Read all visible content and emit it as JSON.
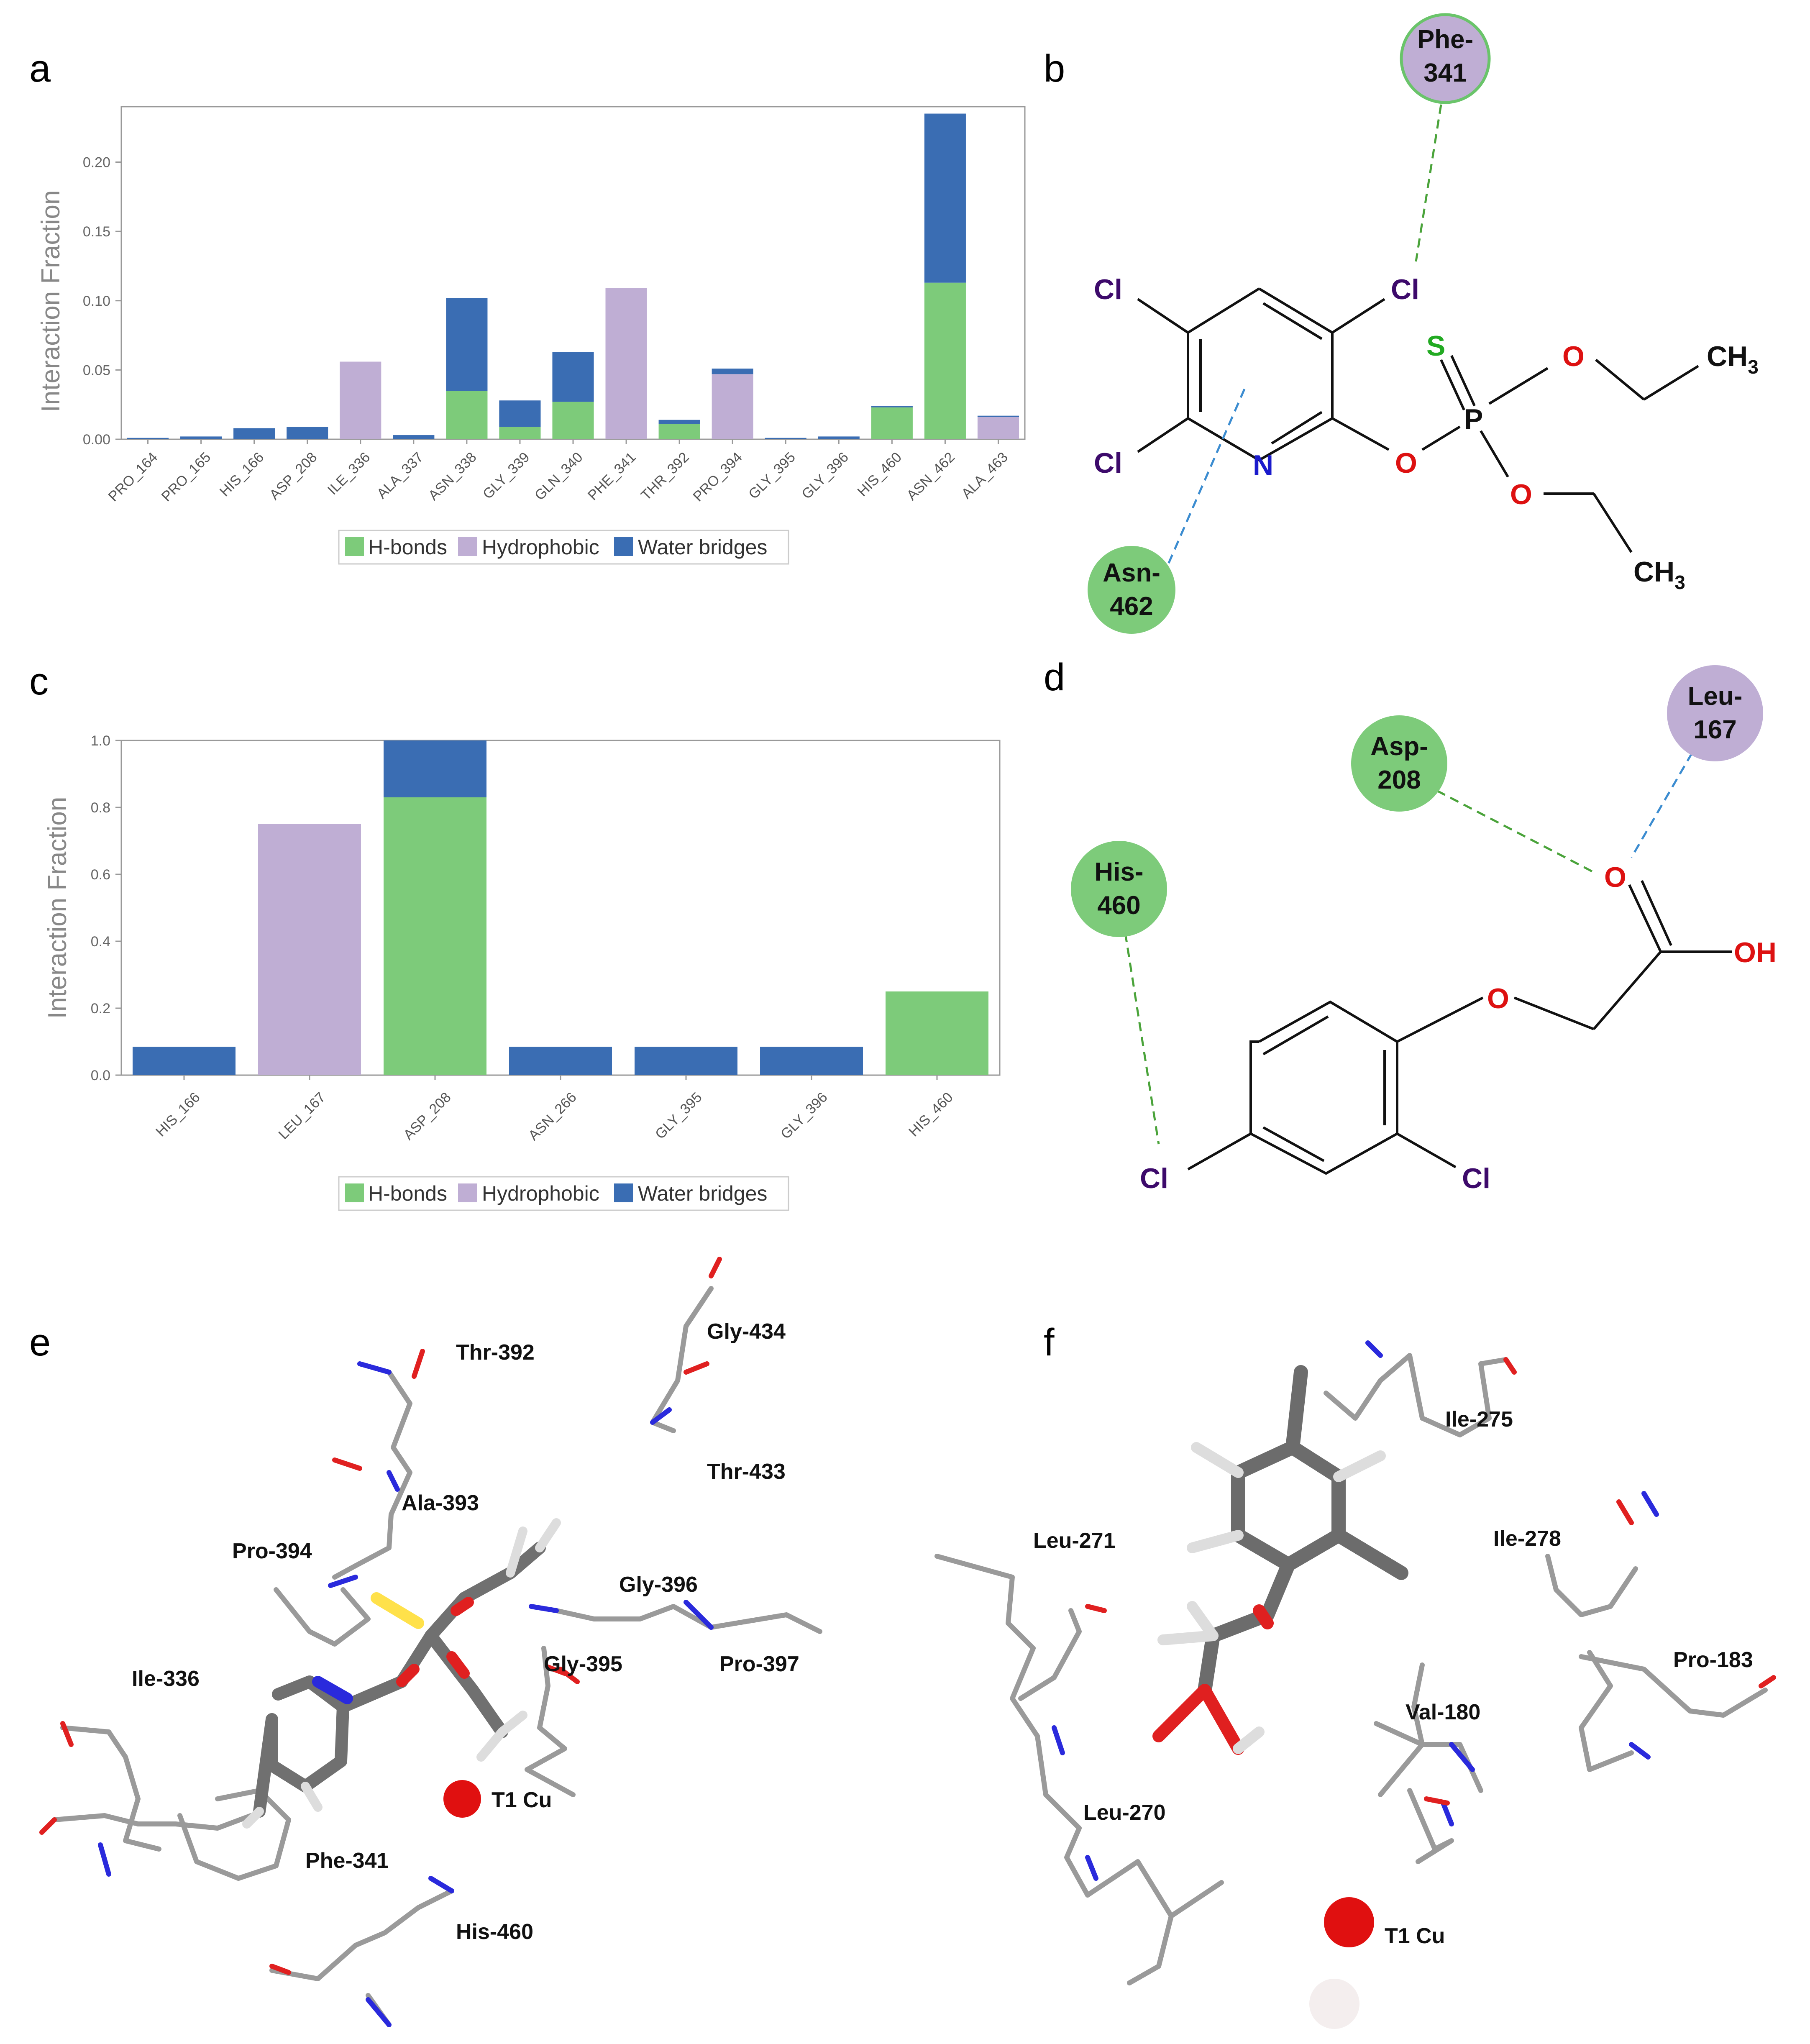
{
  "panels": {
    "a": "a",
    "b": "b",
    "c": "c",
    "d": "d",
    "e": "e",
    "f": "f"
  },
  "legend": {
    "hbonds": "H-bonds",
    "hydrophobic": "Hydrophobic",
    "water": "Water bridges"
  },
  "colors": {
    "hbonds": "#7dcb7a",
    "hydrophobic": "#bfaed4",
    "water": "#3a6db3"
  },
  "chart_data": [
    {
      "type": "bar",
      "stacked": true,
      "ylabel": "Interaction Fraction",
      "ylim": [
        0,
        0.24
      ],
      "yticks": [
        0.0,
        0.05,
        0.1,
        0.15,
        0.2
      ],
      "categories": [
        "PRO_164",
        "PRO_165",
        "HIS_166",
        "ASP_208",
        "ILE_336",
        "ALA_337",
        "ASN_338",
        "GLY_339",
        "GLN_340",
        "PHE_341",
        "THR_392",
        "PRO_394",
        "GLY_395",
        "GLY_396",
        "HIS_460",
        "ASN_462",
        "ALA_463"
      ],
      "series": [
        {
          "name": "H-bonds",
          "values": [
            0,
            0,
            0,
            0,
            0,
            0,
            0.035,
            0.009,
            0.027,
            0,
            0.011,
            0,
            0,
            0,
            0.023,
            0.113,
            0
          ]
        },
        {
          "name": "Hydrophobic",
          "values": [
            0,
            0,
            0,
            0,
            0.056,
            0,
            0,
            0,
            0,
            0.109,
            0,
            0.047,
            0,
            0,
            0,
            0,
            0.016
          ]
        },
        {
          "name": "Water bridges",
          "values": [
            0.001,
            0.002,
            0.008,
            0.009,
            0,
            0.003,
            0.067,
            0.019,
            0.036,
            0,
            0.003,
            0.004,
            0.001,
            0.002,
            0.001,
            0.122,
            0.001
          ]
        }
      ],
      "legend_position": "bottom"
    },
    {
      "type": "bar",
      "stacked": true,
      "ylabel": "Interaction Fraction",
      "ylim": [
        0,
        1.0
      ],
      "yticks": [
        0.0,
        0.2,
        0.4,
        0.6,
        0.8,
        1.0
      ],
      "categories": [
        "HIS_166",
        "LEU_167",
        "ASP_208",
        "ASN_266",
        "GLY_395",
        "GLY_396",
        "HIS_460"
      ],
      "series": [
        {
          "name": "H-bonds",
          "values": [
            0,
            0,
            0.83,
            0,
            0,
            0,
            0.25
          ]
        },
        {
          "name": "Hydrophobic",
          "values": [
            0,
            0.75,
            0,
            0,
            0,
            0,
            0
          ]
        },
        {
          "name": "Water bridges",
          "values": [
            0.085,
            0,
            0.17,
            0.085,
            0.085,
            0.085,
            0
          ]
        }
      ],
      "legend_position": "bottom"
    }
  ],
  "diagram_b": {
    "residues": {
      "phe": [
        "Phe-",
        "341"
      ],
      "asn": [
        "Asn-",
        "462"
      ]
    },
    "atoms": {
      "cl": "Cl",
      "n": "N",
      "o": "O",
      "s": "S",
      "p": "P",
      "ch": "CH",
      "three": "3"
    }
  },
  "diagram_d": {
    "residues": {
      "asp": [
        "Asp-",
        "208"
      ],
      "leu": [
        "Leu-",
        "167"
      ],
      "his": [
        "His-",
        "460"
      ]
    },
    "atoms": {
      "cl": "Cl",
      "o": "O",
      "oh": "OH"
    }
  },
  "structure_e": {
    "labels": [
      "Thr-392",
      "Gly-434",
      "Thr-433",
      "Ala-393",
      "Pro-394",
      "Gly-396",
      "Gly-395",
      "Pro-397",
      "Ile-336",
      "Phe-341",
      "His-460",
      "T1 Cu"
    ]
  },
  "structure_f": {
    "labels": [
      "Ile-275",
      "Leu-271",
      "Ile-278",
      "Pro-183",
      "Val-180",
      "Leu-270",
      "T1 Cu"
    ]
  }
}
